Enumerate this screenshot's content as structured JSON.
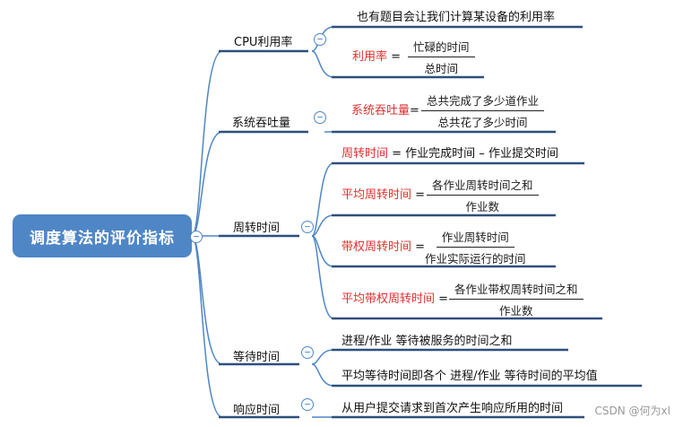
{
  "root": {
    "label": "调度算法的评价指标"
  },
  "collapse_symbol": "−",
  "branches": {
    "cpu": {
      "label": "CPU利用率",
      "desc": "也有题目会让我们计算某设备的利用率",
      "formula": {
        "name": "利用率",
        "eq": "=",
        "num": "忙碌的时间",
        "den": "总时间"
      }
    },
    "throughput": {
      "label": "系统吞吐量",
      "formula": {
        "name": "系统吞吐量",
        "eq": "=",
        "num": "总共完成了多少道作业",
        "den": "总共花了多少时间"
      }
    },
    "turnaround": {
      "label": "周转时间",
      "def": {
        "name": "周转时间",
        "rest": " = 作业完成时间 – 作业提交时间"
      },
      "avg": {
        "name": "平均周转时间",
        "eq": "=",
        "num": "各作业周转时间之和",
        "den": "作业数"
      },
      "weighted": {
        "name": "带权周转时间",
        "eq": "=",
        "num": "作业周转时间",
        "den": "作业实际运行的时间"
      },
      "avg_weighted": {
        "name": "平均带权周转时间",
        "eq": "=",
        "num": "各作业带权周转时间之和",
        "den": "作业数"
      }
    },
    "waiting": {
      "label": "等待时间",
      "items": [
        "进程/作业 等待被服务的时间之和",
        "平均等待时间即各个 进程/作业 等待时间的平均值"
      ]
    },
    "response": {
      "label": "响应时间",
      "items": [
        "从用户提交请求到首次产生响应所用的时间"
      ]
    }
  },
  "watermark": "CSDN @何为xl",
  "colors": {
    "line": "#4f86c6",
    "root_fill": "#4f86c6",
    "underline": "#2f4f7a",
    "highlight": "#e03030"
  }
}
